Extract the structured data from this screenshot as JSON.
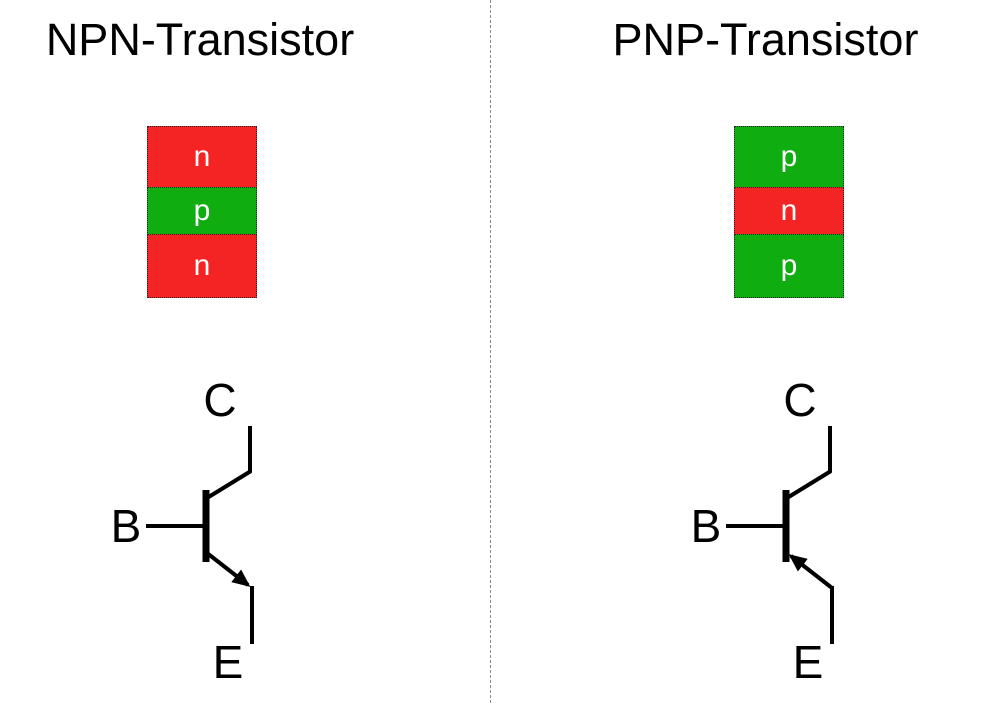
{
  "npn": {
    "title": "NPN-Transistor",
    "layers": [
      {
        "label": "n",
        "color": "#f42424"
      },
      {
        "label": "p",
        "color": "#10ad10"
      },
      {
        "label": "n",
        "color": "#f42424"
      }
    ],
    "terminals": {
      "collector": "C",
      "base": "B",
      "emitter": "E"
    },
    "arrow_direction": "outward"
  },
  "pnp": {
    "title": "PNP-Transistor",
    "layers": [
      {
        "label": "p",
        "color": "#10ad10"
      },
      {
        "label": "n",
        "color": "#f42424"
      },
      {
        "label": "p",
        "color": "#10ad10"
      }
    ],
    "terminals": {
      "collector": "C",
      "base": "B",
      "emitter": "E"
    },
    "arrow_direction": "inward"
  }
}
